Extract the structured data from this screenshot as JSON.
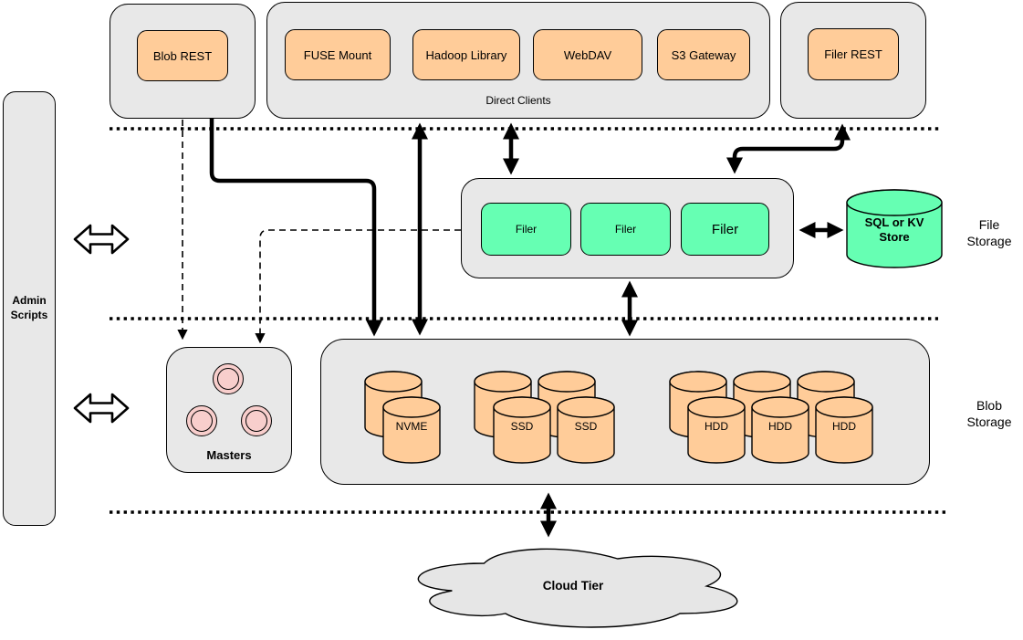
{
  "top": {
    "blob_rest": {
      "label": "Blob REST"
    },
    "direct_clients": {
      "label": "Direct Clients",
      "items": [
        {
          "label": "FUSE Mount"
        },
        {
          "label": "Hadoop Library"
        },
        {
          "label": "WebDAV"
        },
        {
          "label": "S3 Gateway"
        }
      ]
    },
    "filer_rest": {
      "label": "Filer REST"
    }
  },
  "admin": {
    "label": "Admin Scripts"
  },
  "file_storage": {
    "layer_label": "File Storage",
    "filers": [
      {
        "label": "Filer"
      },
      {
        "label": "Filer"
      },
      {
        "label": "Filer"
      }
    ],
    "store": {
      "label": "SQL or KV Store"
    }
  },
  "blob_storage": {
    "layer_label": "Blob Storage",
    "masters": {
      "label": "Masters"
    },
    "disks": [
      {
        "label": "NVME"
      },
      {
        "label": "SSD"
      },
      {
        "label": "SSD"
      },
      {
        "label": "HDD"
      },
      {
        "label": "HDD"
      },
      {
        "label": "HDD"
      }
    ]
  },
  "cloud": {
    "label": "Cloud Tier"
  },
  "colors": {
    "container_fill": "#E8E8E8",
    "node_orange": "#FFCC99",
    "node_green": "#66FFB3",
    "master_pink": "#F8CECC",
    "cloud_fill": "#E6E6E6",
    "stroke": "#000000"
  }
}
